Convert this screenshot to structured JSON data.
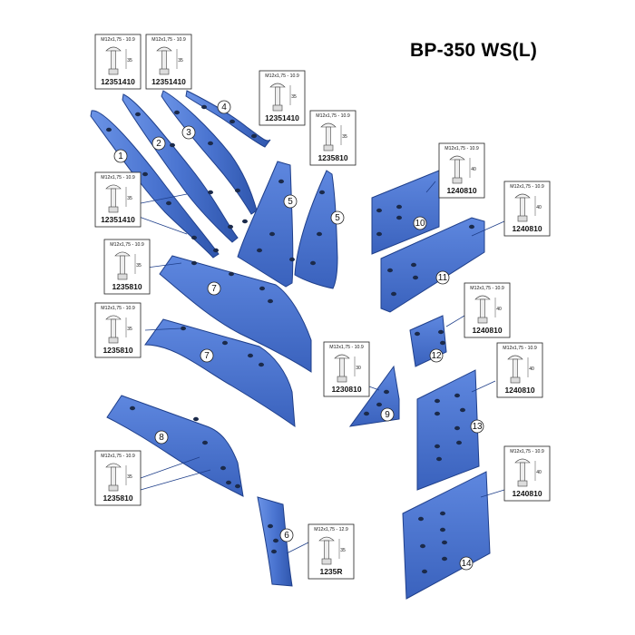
{
  "title": "BP-350 WS(L)",
  "colors": {
    "plate": "#4a74d0",
    "plate_dark": "#2c4f9e",
    "hole": "#1b2a4a",
    "outline": "#222222"
  },
  "bolt_boxes": [
    {
      "spec": "M12x1,75 - 10.9",
      "code": "12351410",
      "len": "35"
    },
    {
      "spec": "M12x1,75 - 10.9",
      "code": "12351410",
      "len": "35"
    },
    {
      "spec": "M12x1,75 - 10.9",
      "code": "12351410",
      "len": "35"
    },
    {
      "spec": "M12x1,75 - 10.9",
      "code": "1235810",
      "len": "35"
    },
    {
      "spec": "M12x1,75 - 10.9",
      "code": "12351410",
      "len": "35"
    },
    {
      "spec": "M12x1,75 - 10.9",
      "code": "1240810",
      "len": "40"
    },
    {
      "spec": "M12x1,75 - 10.9",
      "code": "1240810",
      "len": "40"
    },
    {
      "spec": "M12x1,75 - 10.9",
      "code": "1235810",
      "len": "35"
    },
    {
      "spec": "M12x1,75 - 10.9",
      "code": "1235810",
      "len": "35"
    },
    {
      "spec": "M12x1,75 - 10.9",
      "code": "1240810",
      "len": "40"
    },
    {
      "spec": "M12x1,75 - 10.9",
      "code": "1230810",
      "len": "30"
    },
    {
      "spec": "M12x1,75 - 10.9",
      "code": "1240810",
      "len": "40"
    },
    {
      "spec": "M12x1,75 - 10.9",
      "code": "1235810",
      "len": "35"
    },
    {
      "spec": "M12x1,75 - 10.9",
      "code": "1240810",
      "len": "40"
    },
    {
      "spec": "M12x1,75 - 12.9",
      "code": "1235R",
      "len": "35"
    }
  ],
  "callouts": [
    "1",
    "2",
    "3",
    "4",
    "5",
    "5",
    "7",
    "7",
    "8",
    "6",
    "10",
    "11",
    "12",
    "9",
    "13",
    "14"
  ]
}
